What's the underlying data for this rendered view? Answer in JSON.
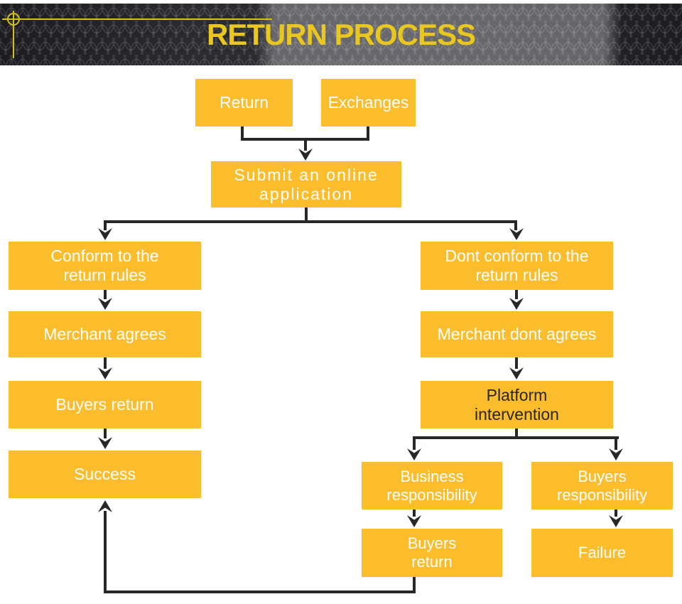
{
  "header": {
    "title": "RETURN PROCESS"
  },
  "diagram": {
    "nodes": {
      "return": "Return",
      "exchanges": "Exchanges",
      "submit": "Submit an online\napplication",
      "conform": "Conform to the\nreturn rules",
      "dont_conform": "Dont conform to the\nreturn rules",
      "merchant_agrees": "Merchant agrees",
      "merchant_dont_agrees": "Merchant dont agrees",
      "buyers_return": "Buyers return",
      "platform_intervention": "Platform\nintervention",
      "success": "Success",
      "business_responsibility": "Business\nresponsibility",
      "buyers_responsibility": "Buyers\nresponsibility",
      "buyers_return_2": "Buyers\nreturn",
      "failure": "Failure"
    },
    "colors": {
      "node_fill": "#FBBD2C",
      "node_text": "#FFFFFF",
      "platform_node_text": "#2B2620",
      "connector": "#272727",
      "title_text": "#E9C71E",
      "header_background": "#26262B",
      "header_highlight": "#707074",
      "accent_crosshair": "#D5BF1B"
    }
  }
}
